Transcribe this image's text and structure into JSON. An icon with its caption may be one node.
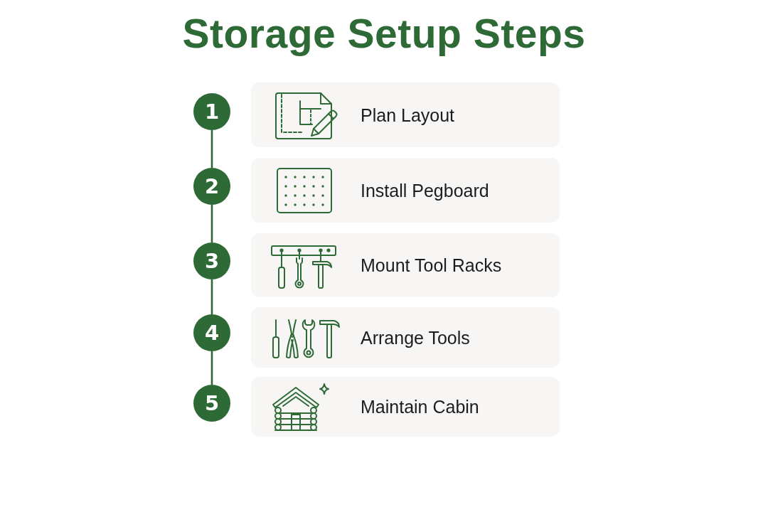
{
  "diagram": {
    "title": "Storage Setup Steps",
    "nodes": [
      {
        "text": [
          "1"
        ]
      },
      {
        "text": [
          "2"
        ]
      },
      {
        "text": [
          "3"
        ]
      },
      {
        "text": [
          "4"
        ]
      },
      {
        "text": [
          "5"
        ]
      },
      {
        "text": [
          "Plan Layout"
        ]
      },
      {
        "text": [
          "Install Pegboard"
        ]
      },
      {
        "text": [
          "Mount Tool Racks"
        ]
      },
      {
        "text": [
          "Arrange Tools"
        ]
      },
      {
        "text": [
          "Maintain Cabin"
        ]
      }
    ],
    "edges": [
      {
        "from": 0,
        "to": 1,
        "arrow": "none"
      },
      {
        "from": 1,
        "to": 2,
        "arrow": "none"
      },
      {
        "from": 2,
        "to": 3,
        "arrow": "none"
      },
      {
        "from": 3,
        "to": 4,
        "arrow": "none"
      }
    ]
  }
}
